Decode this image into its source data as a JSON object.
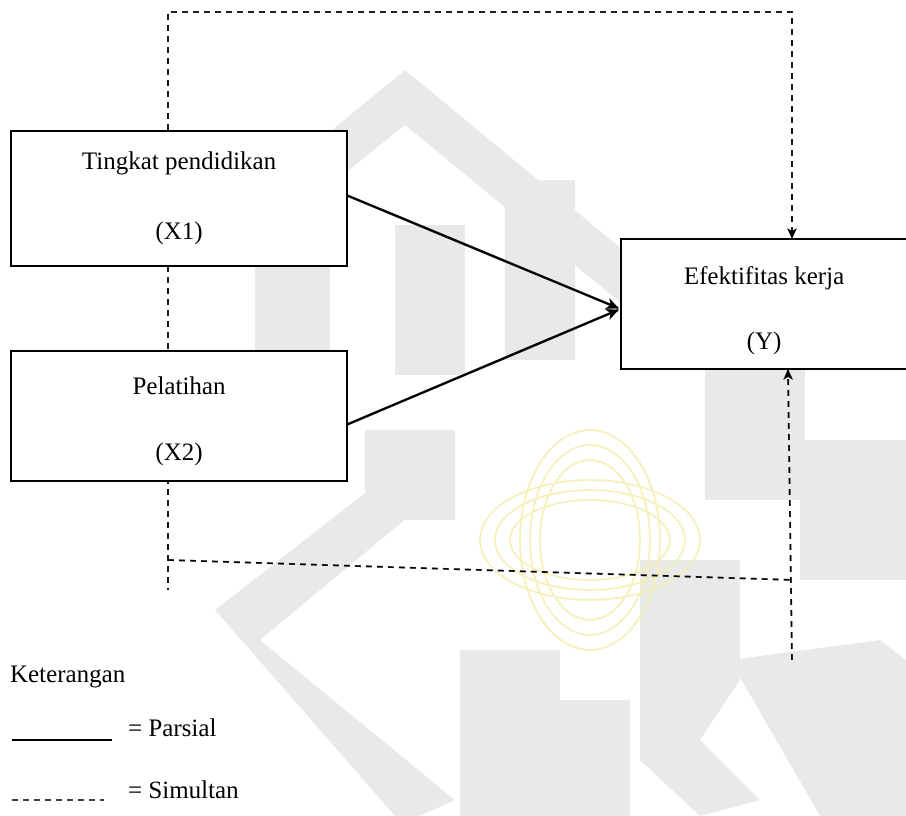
{
  "colors": {
    "line": "#000000",
    "watermark_gray": "#dfe3df",
    "watermark_yellow": "#f6efb8"
  },
  "watermark": {
    "description_icon": "university-seal-watermark"
  },
  "boxes": {
    "x1": {
      "title": "Tingkat pendidikan",
      "variable": "(X1)"
    },
    "x2": {
      "title": "Pelatihan",
      "variable": "(X2)"
    },
    "y": {
      "title": "Efektifitas kerja",
      "variable": "(Y)"
    }
  },
  "legend": {
    "heading": "Keterangan",
    "solid_label": "= Parsial",
    "dashed_label": "= Simultan"
  }
}
